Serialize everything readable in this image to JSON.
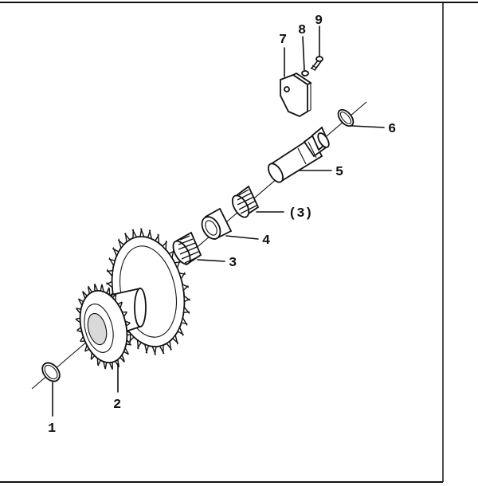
{
  "figure": {
    "callouts": [
      {
        "id": "c1",
        "text": "1"
      },
      {
        "id": "c2",
        "text": "2"
      },
      {
        "id": "c3",
        "text": "3"
      },
      {
        "id": "c4",
        "text": "4"
      },
      {
        "id": "c3b",
        "text": "(3)"
      },
      {
        "id": "c5",
        "text": "5"
      },
      {
        "id": "c6",
        "text": "6"
      },
      {
        "id": "c7",
        "text": "7"
      },
      {
        "id": "c8",
        "text": "8"
      },
      {
        "id": "c9",
        "text": "9"
      }
    ]
  },
  "colors": {
    "ink": "#111111",
    "background": "#ffffff",
    "shade": "#d9d9d9"
  }
}
